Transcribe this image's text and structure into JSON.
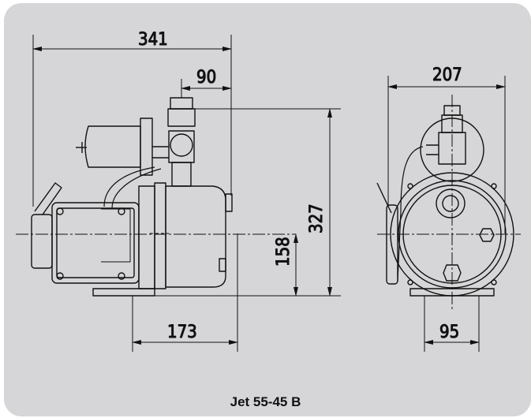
{
  "title": "Jet 55-45 B",
  "dimensions": {
    "overall_length": "341",
    "outlet_offset": "90",
    "overall_width": "207",
    "overall_height": "327",
    "axis_height": "158",
    "foot_length": "173",
    "foot_width": "95"
  },
  "colors": {
    "background": "#d6d6d8",
    "line": "#111111"
  }
}
